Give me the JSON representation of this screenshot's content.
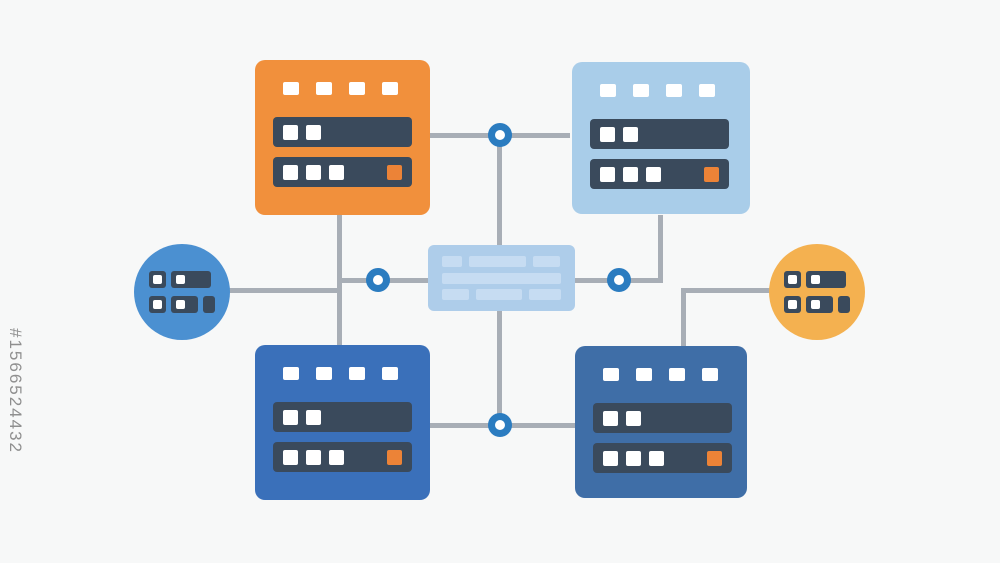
{
  "watermark": {
    "text": "#1566524432"
  },
  "diagram": {
    "title": "server-network-diagram-illustration",
    "elements": [
      {
        "name": "server-top-left",
        "color_key": "orange"
      },
      {
        "name": "server-top-right",
        "color_key": "light_blue"
      },
      {
        "name": "server-bottom-left",
        "color_key": "bright_blue"
      },
      {
        "name": "server-bottom-right",
        "color_key": "steel_blue"
      },
      {
        "name": "network-switch",
        "color_key": "switch_blue"
      },
      {
        "name": "storage-badge-left",
        "color_key": "circle_blue"
      },
      {
        "name": "storage-badge-right",
        "color_key": "circle_yellow"
      },
      {
        "name": "connection-node",
        "count": 4
      }
    ]
  },
  "colors": {
    "bg": "#f7f8f8",
    "orange": "#f1903c",
    "light_blue": "#a9cde9",
    "bright_blue": "#3a70ba",
    "steel_blue": "#3f6ea7",
    "navy": "#3a4a5c",
    "accent": "#ec8337",
    "line": "#a8aeb6",
    "node": "#2b7cc0",
    "circle_blue": "#4b90d1",
    "circle_yellow": "#f4b150",
    "switch_blue": "#aecdea",
    "stripe": "#c6dcf2",
    "wm": "#8f8f8f"
  }
}
